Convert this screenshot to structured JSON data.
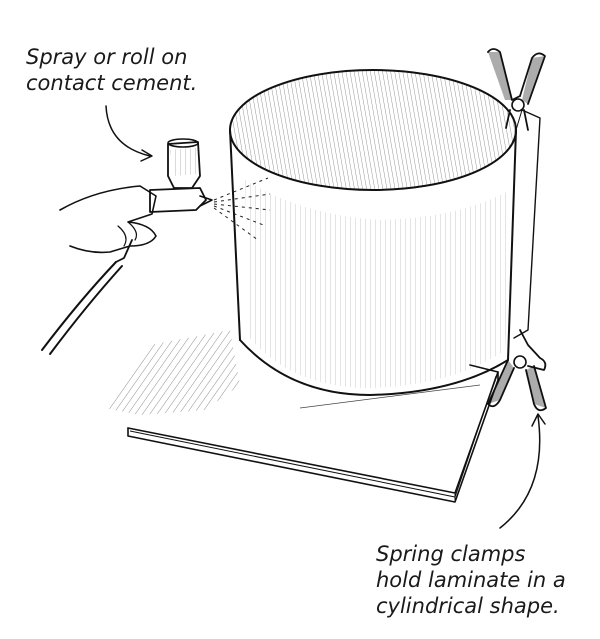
{
  "annotations": {
    "spray": {
      "lines": [
        "Spray or roll on",
        "contact cement."
      ]
    },
    "clamps": {
      "lines": [
        "Spring clamps",
        "hold laminate in a",
        "cylindrical shape."
      ]
    }
  },
  "icons": {
    "spray_gun": "spray-gun-icon",
    "spring_clamp": "spring-clamp-icon",
    "arrow": "curved-arrow-icon"
  },
  "colors": {
    "ink": "#111111",
    "background": "#ffffff"
  }
}
